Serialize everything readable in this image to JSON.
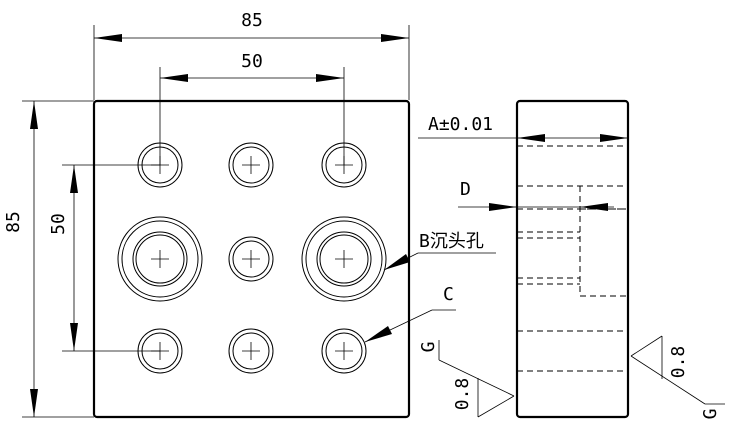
{
  "dimensions": {
    "overall_width": "85",
    "hole_spacing_x": "50",
    "overall_height": "85",
    "hole_spacing_y": "50",
    "thickness_tol": "A±0.01",
    "counterbore_depth": "D"
  },
  "labels": {
    "counterbore": "B沉头孔",
    "through_hole": "C"
  },
  "surface_finish": {
    "left_value": "0.8",
    "left_letter": "G",
    "right_value": "0.8",
    "right_letter": "G"
  }
}
